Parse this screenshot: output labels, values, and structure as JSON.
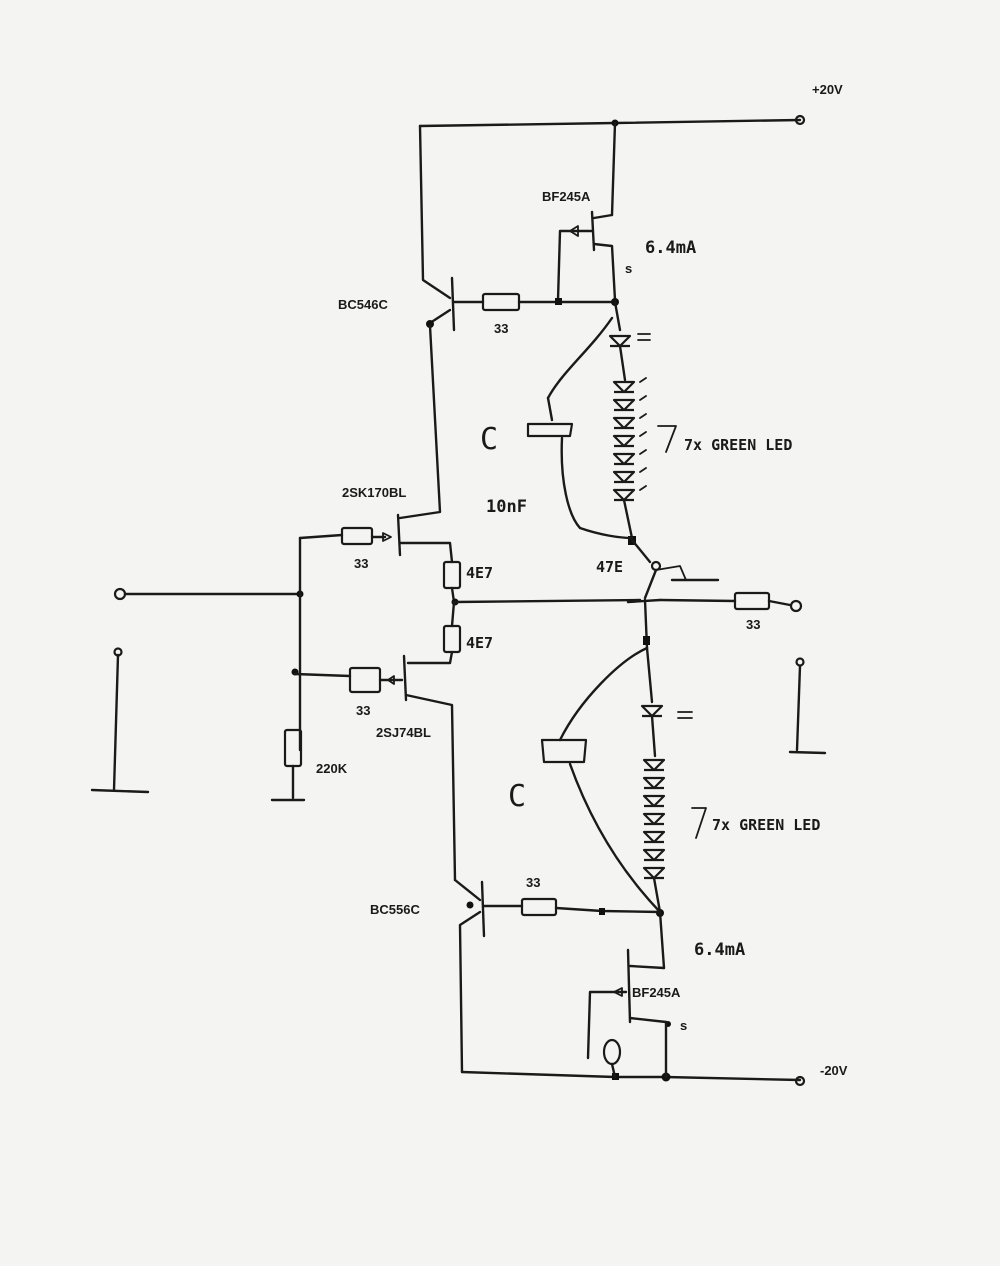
{
  "rails": {
    "positive": "+20V",
    "negative": "-20V"
  },
  "transistors": {
    "top_jfet": "BF245A",
    "top_bjt": "BC546C",
    "input_njfet": "2SK170BL",
    "input_pjfet": "2SJ74BL",
    "bottom_bjt": "BC556C",
    "bottom_jfet": "BF245A"
  },
  "resistors": {
    "top_bjt_base": "33",
    "njfet_gate": "33",
    "upper_source": "4E7",
    "lower_source": "4E7",
    "pjfet_gate": "33",
    "input_bias": "220K",
    "output_gate": "47E",
    "output": "33",
    "bottom_bjt_base": "33"
  },
  "annotations": {
    "top_current": "6.4mA",
    "top_source_pin": "s",
    "top_cap": "C",
    "top_cap_value": "10nF",
    "top_led_string": "7x GREEN LED",
    "bottom_cap": "C",
    "bottom_led_string": "7x GREEN LED",
    "bottom_current": "6.4mA",
    "bottom_source_pin": "s"
  }
}
